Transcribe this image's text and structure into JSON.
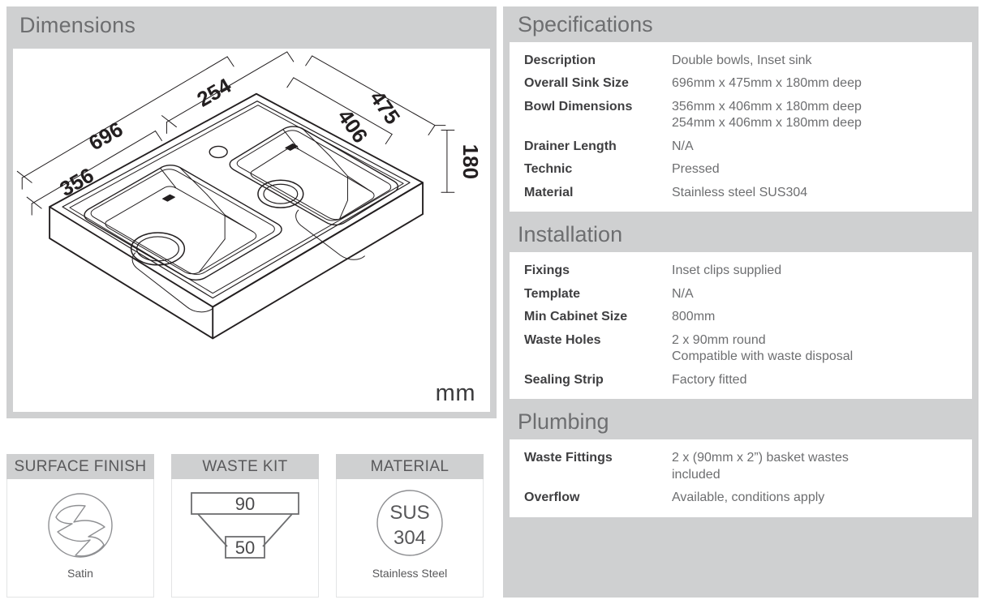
{
  "dimensions": {
    "title": "Dimensions",
    "unit": "mm",
    "callouts": {
      "width_overall": "696",
      "width_small_bowl": "254",
      "width_large_bowl": "356",
      "depth_overall": "475",
      "depth_bowl": "406",
      "height": "180"
    }
  },
  "features": [
    {
      "heading": "SURFACE FINISH",
      "caption": "Satin",
      "icon": "brushed-finish-icon"
    },
    {
      "heading": "WASTE KIT",
      "caption": "",
      "icon": "waste-funnel-icon",
      "top_size": "90",
      "bottom_size": "50"
    },
    {
      "heading": "MATERIAL",
      "caption": "Stainless Steel",
      "icon": "material-grade-icon",
      "grade_line1": "SUS",
      "grade_line2": "304"
    }
  ],
  "sections": [
    {
      "title": "Specifications",
      "rows": [
        {
          "label": "Description",
          "values": [
            "Double bowls, Inset sink"
          ]
        },
        {
          "label": "Overall Sink Size",
          "values": [
            "696mm x 475mm x 180mm deep"
          ]
        },
        {
          "label": "Bowl Dimensions",
          "values": [
            "356mm x 406mm x 180mm deep",
            "254mm x 406mm x 180mm deep"
          ]
        },
        {
          "label": "Drainer Length",
          "values": [
            "N/A"
          ]
        },
        {
          "label": "Technic",
          "values": [
            "Pressed"
          ]
        },
        {
          "label": "Material",
          "values": [
            "Stainless steel SUS304"
          ]
        }
      ]
    },
    {
      "title": "Installation",
      "rows": [
        {
          "label": "Fixings",
          "values": [
            "Inset clips supplied"
          ]
        },
        {
          "label": "Template",
          "values": [
            "N/A"
          ]
        },
        {
          "label": "Min Cabinet Size",
          "values": [
            "800mm"
          ]
        },
        {
          "label": "Waste Holes",
          "values": [
            "2 x 90mm round",
            "Compatible with waste disposal"
          ]
        },
        {
          "label": "Sealing Strip",
          "values": [
            "Factory fitted"
          ]
        }
      ]
    },
    {
      "title": "Plumbing",
      "rows": [
        {
          "label": "Waste Fittings",
          "values": [
            "2 x (90mm x 2”) basket wastes",
            "included"
          ]
        },
        {
          "label": "Overflow",
          "values": [
            "Available, conditions apply"
          ]
        }
      ]
    }
  ],
  "colors": {
    "panel_gray": "#cfd0d1",
    "title_gray": "#6d6e70",
    "label_dark": "#3f3f41",
    "value_gray": "#6d6e70",
    "line_black": "#231f20"
  }
}
